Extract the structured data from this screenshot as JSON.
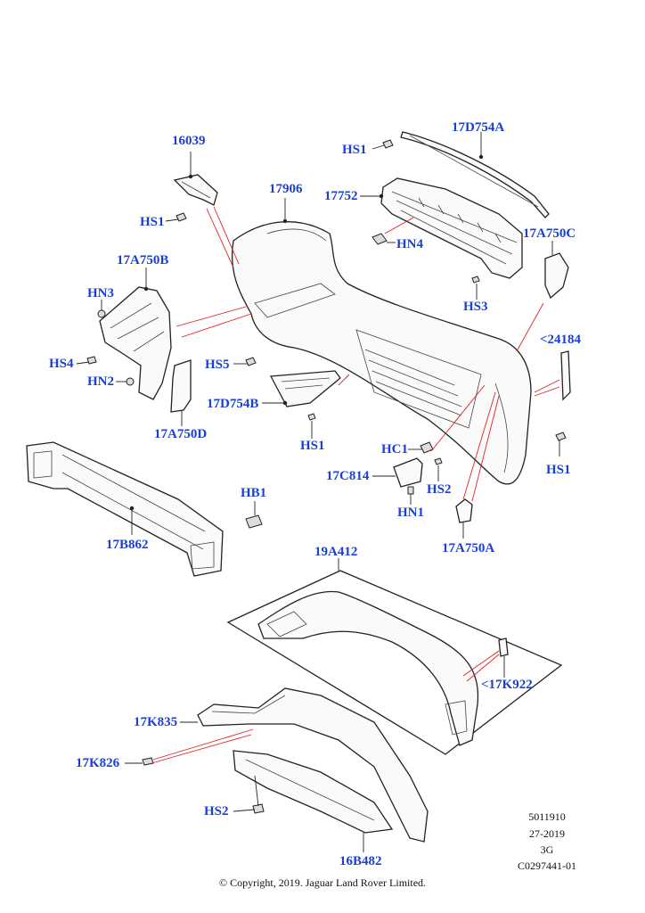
{
  "labels": {
    "p16039": "16039",
    "p17D754A": "17D754A",
    "hs1_top": "HS1",
    "p17752": "17752",
    "p17906": "17906",
    "hs1_bracket": "HS1",
    "hn4": "HN4",
    "p17A750C": "17A750C",
    "p17A750B": "17A750B",
    "hn3": "HN3",
    "hs3": "HS3",
    "p24184": "<24184",
    "hs4": "HS4",
    "hs5": "HS5",
    "hn2": "HN2",
    "p17D754B": "17D754B",
    "p17A750D": "17A750D",
    "hs1_mid": "HS1",
    "hc1": "HC1",
    "hs1_right": "HS1",
    "p17C814": "17C814",
    "hs2_mid": "HS2",
    "hb1": "HB1",
    "hn1": "HN1",
    "p17B862": "17B862",
    "p17A750A": "17A750A",
    "p19A412": "19A412",
    "p17K922": "<17K922",
    "p17K835": "17K835",
    "p17K826": "17K826",
    "hs2_bottom": "HS2",
    "p16B482": "16B482"
  },
  "meta": {
    "line1": "5011910",
    "line2": "27-2019",
    "line3": "3G",
    "line4": "C0297441-01"
  },
  "copyright": "© Copyright, 2019. Jaguar Land Rover Limited."
}
